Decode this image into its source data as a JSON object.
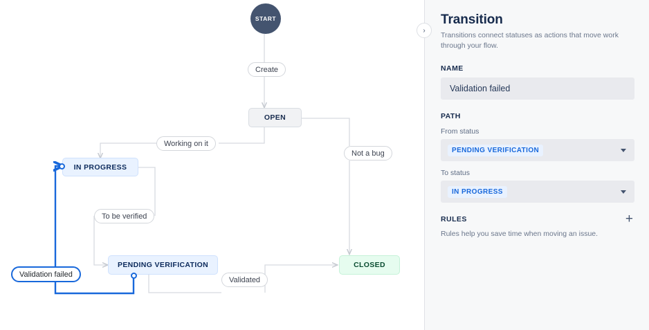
{
  "canvas": {
    "nodes": [
      {
        "id": "start",
        "label": "START",
        "type": "start"
      },
      {
        "id": "open",
        "label": "OPEN",
        "type": "grey"
      },
      {
        "id": "inprog",
        "label": "IN PROGRESS",
        "type": "blue"
      },
      {
        "id": "pending",
        "label": "PENDING VERIFICATION",
        "type": "blue"
      },
      {
        "id": "closed",
        "label": "CLOSED",
        "type": "green"
      }
    ],
    "transitions": [
      {
        "id": "create",
        "label": "Create",
        "selected": false
      },
      {
        "id": "working",
        "label": "Working on it",
        "selected": false
      },
      {
        "id": "notabug",
        "label": "Not a bug",
        "selected": false
      },
      {
        "id": "tobever",
        "label": "To be verified",
        "selected": false
      },
      {
        "id": "validated",
        "label": "Validated",
        "selected": false
      },
      {
        "id": "valfailed",
        "label": "Validation failed",
        "selected": true
      }
    ]
  },
  "collapse_handle": {
    "glyph": "›"
  },
  "panel": {
    "title": "Transition",
    "subtitle": "Transitions connect statuses as actions that move work through your flow.",
    "name_section": {
      "label": "NAME",
      "value": "Validation failed"
    },
    "path_section": {
      "label": "PATH",
      "from_label": "From status",
      "from_value": "PENDING VERIFICATION",
      "to_label": "To status",
      "to_value": "IN PROGRESS"
    },
    "rules_section": {
      "label": "RULES",
      "add_glyph": "+",
      "description": "Rules help you save time when moving an issue."
    }
  },
  "colors": {
    "accent": "#1868db",
    "edge": "#d7dae0",
    "start_node": "#44546f",
    "blue_node_bg": "#e9f2ff",
    "green_node_bg": "#e6fcef",
    "grey_node_bg": "#f1f2f4",
    "panel_bg": "#f7f8f9",
    "field_bg": "#e9eaee"
  }
}
